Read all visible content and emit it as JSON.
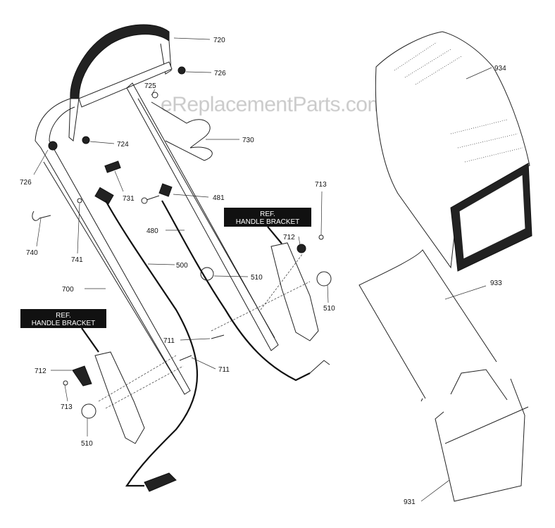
{
  "watermark": "eReplacementParts.com",
  "ref_labels": {
    "right": [
      "REF.",
      "HANDLE BRACKET"
    ],
    "left": [
      "REF.",
      "HANDLE BRACKET"
    ]
  },
  "callouts": {
    "p720": "720",
    "p726_top": "726",
    "p725": "725",
    "p724": "724",
    "p730": "730",
    "p726_left": "726",
    "p731": "731",
    "p481": "481",
    "p480": "480",
    "p740": "740",
    "p741": "741",
    "p500": "500",
    "p510_mid": "510",
    "p700": "700",
    "p713_right": "713",
    "p712_right": "712",
    "p510_right": "510",
    "p711_mid": "711",
    "p711_low": "711",
    "p712_left": "712",
    "p713_left": "713",
    "p510_left": "510",
    "p934": "934",
    "p933": "933",
    "p931": "931"
  }
}
